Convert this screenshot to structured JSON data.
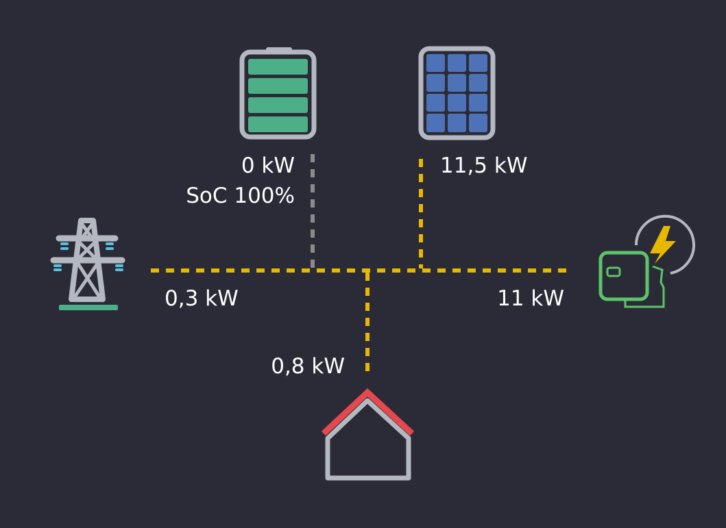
{
  "battery": {
    "power": "0 kW",
    "soc": "SoC 100%",
    "soc_percent": 100
  },
  "solar": {
    "power": "11,5 kW"
  },
  "grid": {
    "power": "0,3 kW"
  },
  "charger": {
    "power": "11 kW"
  },
  "home": {
    "power": "0,8 kW"
  },
  "colors": {
    "background": "#2b2b37",
    "flow_active": "#e6b800",
    "flow_idle": "#8a8a8a",
    "icon_gray": "#b4b8c0",
    "battery_green": "#4caf88",
    "solar_blue": "#4e72b8",
    "charger_green": "#5cc46a",
    "roof_red": "#e5484d"
  }
}
